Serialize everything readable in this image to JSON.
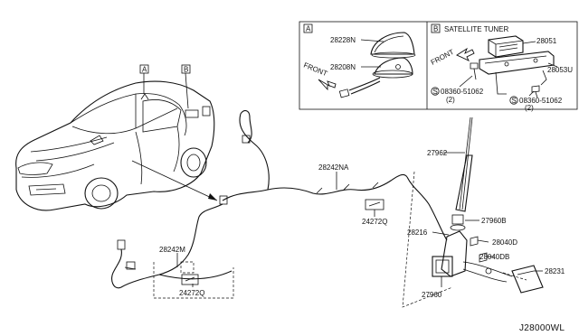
{
  "inset_a": {
    "tag": "A",
    "parts": [
      "28228N",
      "28208N"
    ],
    "front_label": "FRONT"
  },
  "inset_b": {
    "tag": "B",
    "title": "SATELLITE TUNER",
    "front_label": "FRONT",
    "parts": [
      "28051",
      "28053U"
    ],
    "bolt_left": {
      "symbol": "S",
      "part": "08360-51062",
      "qty": "(2)"
    },
    "bolt_right": {
      "symbol": "S",
      "part": "08360-51062",
      "qty": "(2)"
    }
  },
  "car_markers": [
    "A",
    "B"
  ],
  "parts": {
    "p27962": "27962",
    "p28242NA": "28242NA",
    "p24272Q_a": "24272Q",
    "p27960B": "27960B",
    "p28216": "28216",
    "p28040D": "28040D",
    "p28040DB": "28040DB",
    "p28231": "28231",
    "p27960": "27960",
    "p28242M": "28242M",
    "p24272Q_b": "24272Q"
  },
  "footer_code": "J28000WL",
  "colors": {
    "line": "#111111",
    "background": "#ffffff"
  }
}
